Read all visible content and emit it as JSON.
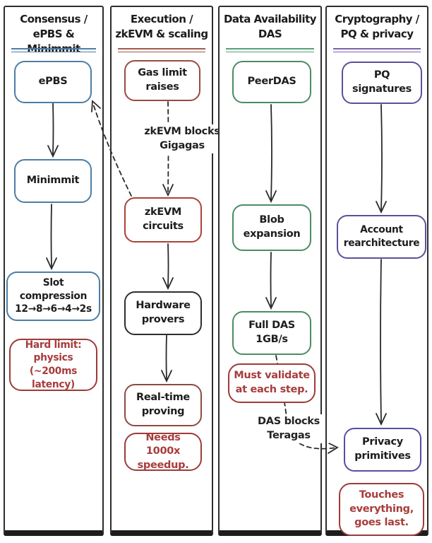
{
  "colors": {
    "ink": "#2a2a2a",
    "note_border": "#9d3b38",
    "note_text": "#a83c3c",
    "background": "#ffffff"
  },
  "columns": [
    {
      "title": "Consensus /\nePBS & Minimmit",
      "accent": "#4c7ea6",
      "boxes": [
        {
          "label": "ePBS",
          "border": "#4c7ea6"
        },
        {
          "label": "Minimmit",
          "border": "#4c7ea6"
        },
        {
          "label": "Slot compression\n12→8→6→4→2s",
          "border": "#4c7ea6"
        }
      ],
      "note": "Hard limit:\nphysics\n(~200ms latency)"
    },
    {
      "title": "Execution /\nzkEVM & scaling",
      "accent": "#a05a50",
      "boxes": [
        {
          "label": "Gas limit\nraises",
          "border": "#9a4a42"
        },
        {
          "label": "zkEVM\ncircuits",
          "border": "#ab4138"
        },
        {
          "label": "Hardware\nprovers",
          "border": "#2e2e2e"
        },
        {
          "label": "Real-time\nproving",
          "border": "#8e4a42"
        }
      ],
      "note": "Needs 1000x\nspeedup.",
      "edge_label": "zkEVM blocks\nGigagas"
    },
    {
      "title": "Data Availability\nDAS",
      "accent": "#57a077",
      "boxes": [
        {
          "label": "PeerDAS",
          "border": "#4b8c63"
        },
        {
          "label": "Blob\nexpansion",
          "border": "#4b8c63"
        },
        {
          "label": "Full DAS\n1GB/s",
          "border": "#4b8c63"
        }
      ],
      "note": "Must validate\nat each step.",
      "edge_label": "DAS blocks\nTeragas"
    },
    {
      "title": "Cryptography /\nPQ & privacy",
      "accent": "#7a63ab",
      "boxes": [
        {
          "label": "PQ\nsignatures",
          "border": "#5d4f9b"
        },
        {
          "label": "Account\nrearchitecture",
          "border": "#5d4f9b"
        },
        {
          "label": "Privacy\nprimitives",
          "border": "#54509e"
        }
      ],
      "note": "Touches\neverything,\ngoes last."
    }
  ]
}
